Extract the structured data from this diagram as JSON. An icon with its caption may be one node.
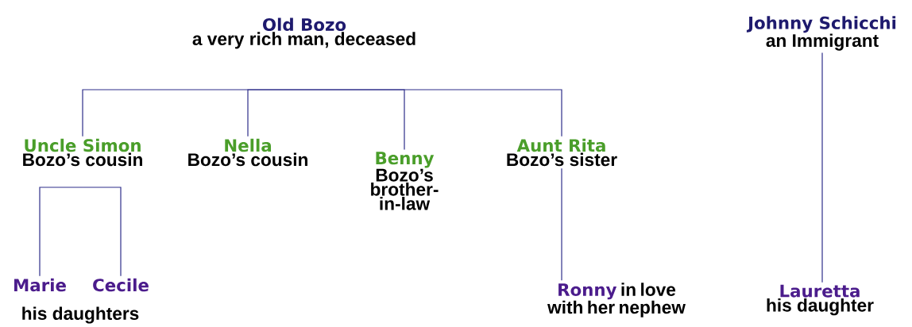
{
  "diagram": {
    "nodes": [
      {
        "text": [
          "Old Bozo",
          "a very rich man, deceased"
        ]
      },
      {
        "text": [
          "Johnny Schicchi",
          "an Immigrant"
        ]
      },
      {
        "text": [
          "Uncle Simon",
          "Bozo’s cousin"
        ]
      },
      {
        "text": [
          "Nella",
          "Bozo’s cousin"
        ]
      },
      {
        "text": [
          "Benny",
          "Bozo’s brother-in-law"
        ]
      },
      {
        "text": [
          "Aunt Rita",
          "Bozo’s sister"
        ]
      },
      {
        "text": [
          "Marie"
        ]
      },
      {
        "text": [
          "Cecile"
        ]
      },
      {
        "text": [
          "Ronny",
          "in love with her nephew"
        ]
      },
      {
        "text": [
          "Lauretta",
          "his daughter"
        ]
      }
    ],
    "edges": [
      {
        "from": 0,
        "to": 2,
        "arrow": "none"
      },
      {
        "from": 0,
        "to": 3,
        "arrow": "none"
      },
      {
        "from": 0,
        "to": 4,
        "arrow": "none"
      },
      {
        "from": 0,
        "to": 5,
        "arrow": "none"
      },
      {
        "from": 2,
        "to": 6,
        "arrow": "none"
      },
      {
        "from": 2,
        "to": 7,
        "arrow": "none"
      },
      {
        "from": 5,
        "to": 8,
        "arrow": "none"
      },
      {
        "from": 1,
        "to": 9,
        "arrow": "none"
      }
    ],
    "labels": [
      "his daughters"
    ]
  }
}
